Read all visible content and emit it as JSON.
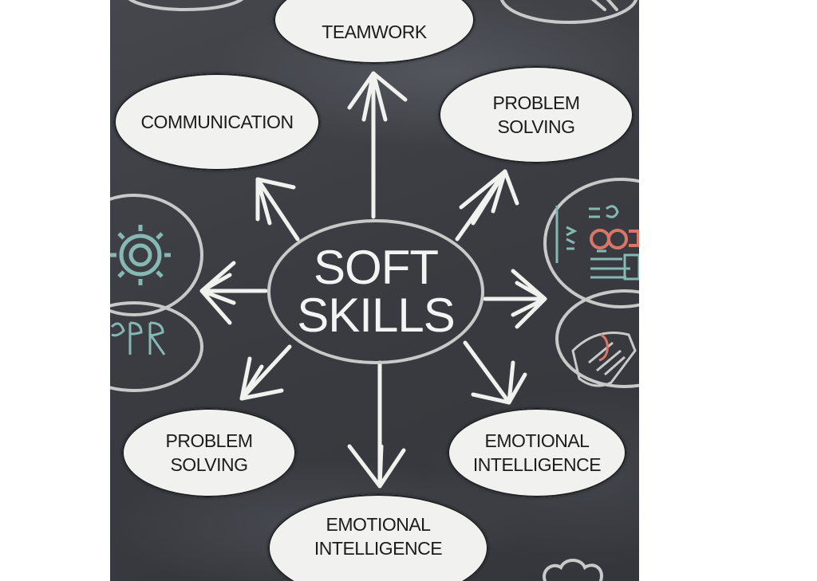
{
  "diagram": {
    "center": {
      "line1": "SOFT",
      "line2": "SKILLS"
    },
    "nodes": [
      {
        "id": "teamwork",
        "lines": [
          "TEAMWORK"
        ],
        "direction": "up"
      },
      {
        "id": "communication",
        "lines": [
          "COMMUNICATION"
        ],
        "direction": "up-left"
      },
      {
        "id": "problem-solving-top",
        "lines": [
          "PROBLEM",
          "SOLVING"
        ],
        "direction": "up-right"
      },
      {
        "id": "problem-solving-bottom",
        "lines": [
          "PROBLEM",
          "SOLVING"
        ],
        "direction": "down-left"
      },
      {
        "id": "emotional-intelligence-right",
        "lines": [
          "EMOTIONAL",
          "INTELLIGENCE"
        ],
        "direction": "down-right"
      },
      {
        "id": "emotional-intelligence-bottom",
        "lines": [
          "EMOTIONAL",
          "INTELLIGENCE"
        ],
        "direction": "down"
      }
    ],
    "side_icons": [
      "gear-icon",
      "letters-icon",
      "handshake-icon",
      "code-doodle-icon",
      "cloud-icon"
    ],
    "colors": {
      "chalkboard": "#3a3c41",
      "chalk": "#f1f1ef",
      "chalk_outline": "#c9c9c9",
      "teal_chalk": "#86b8b4",
      "red_chalk": "#d9766a"
    }
  }
}
